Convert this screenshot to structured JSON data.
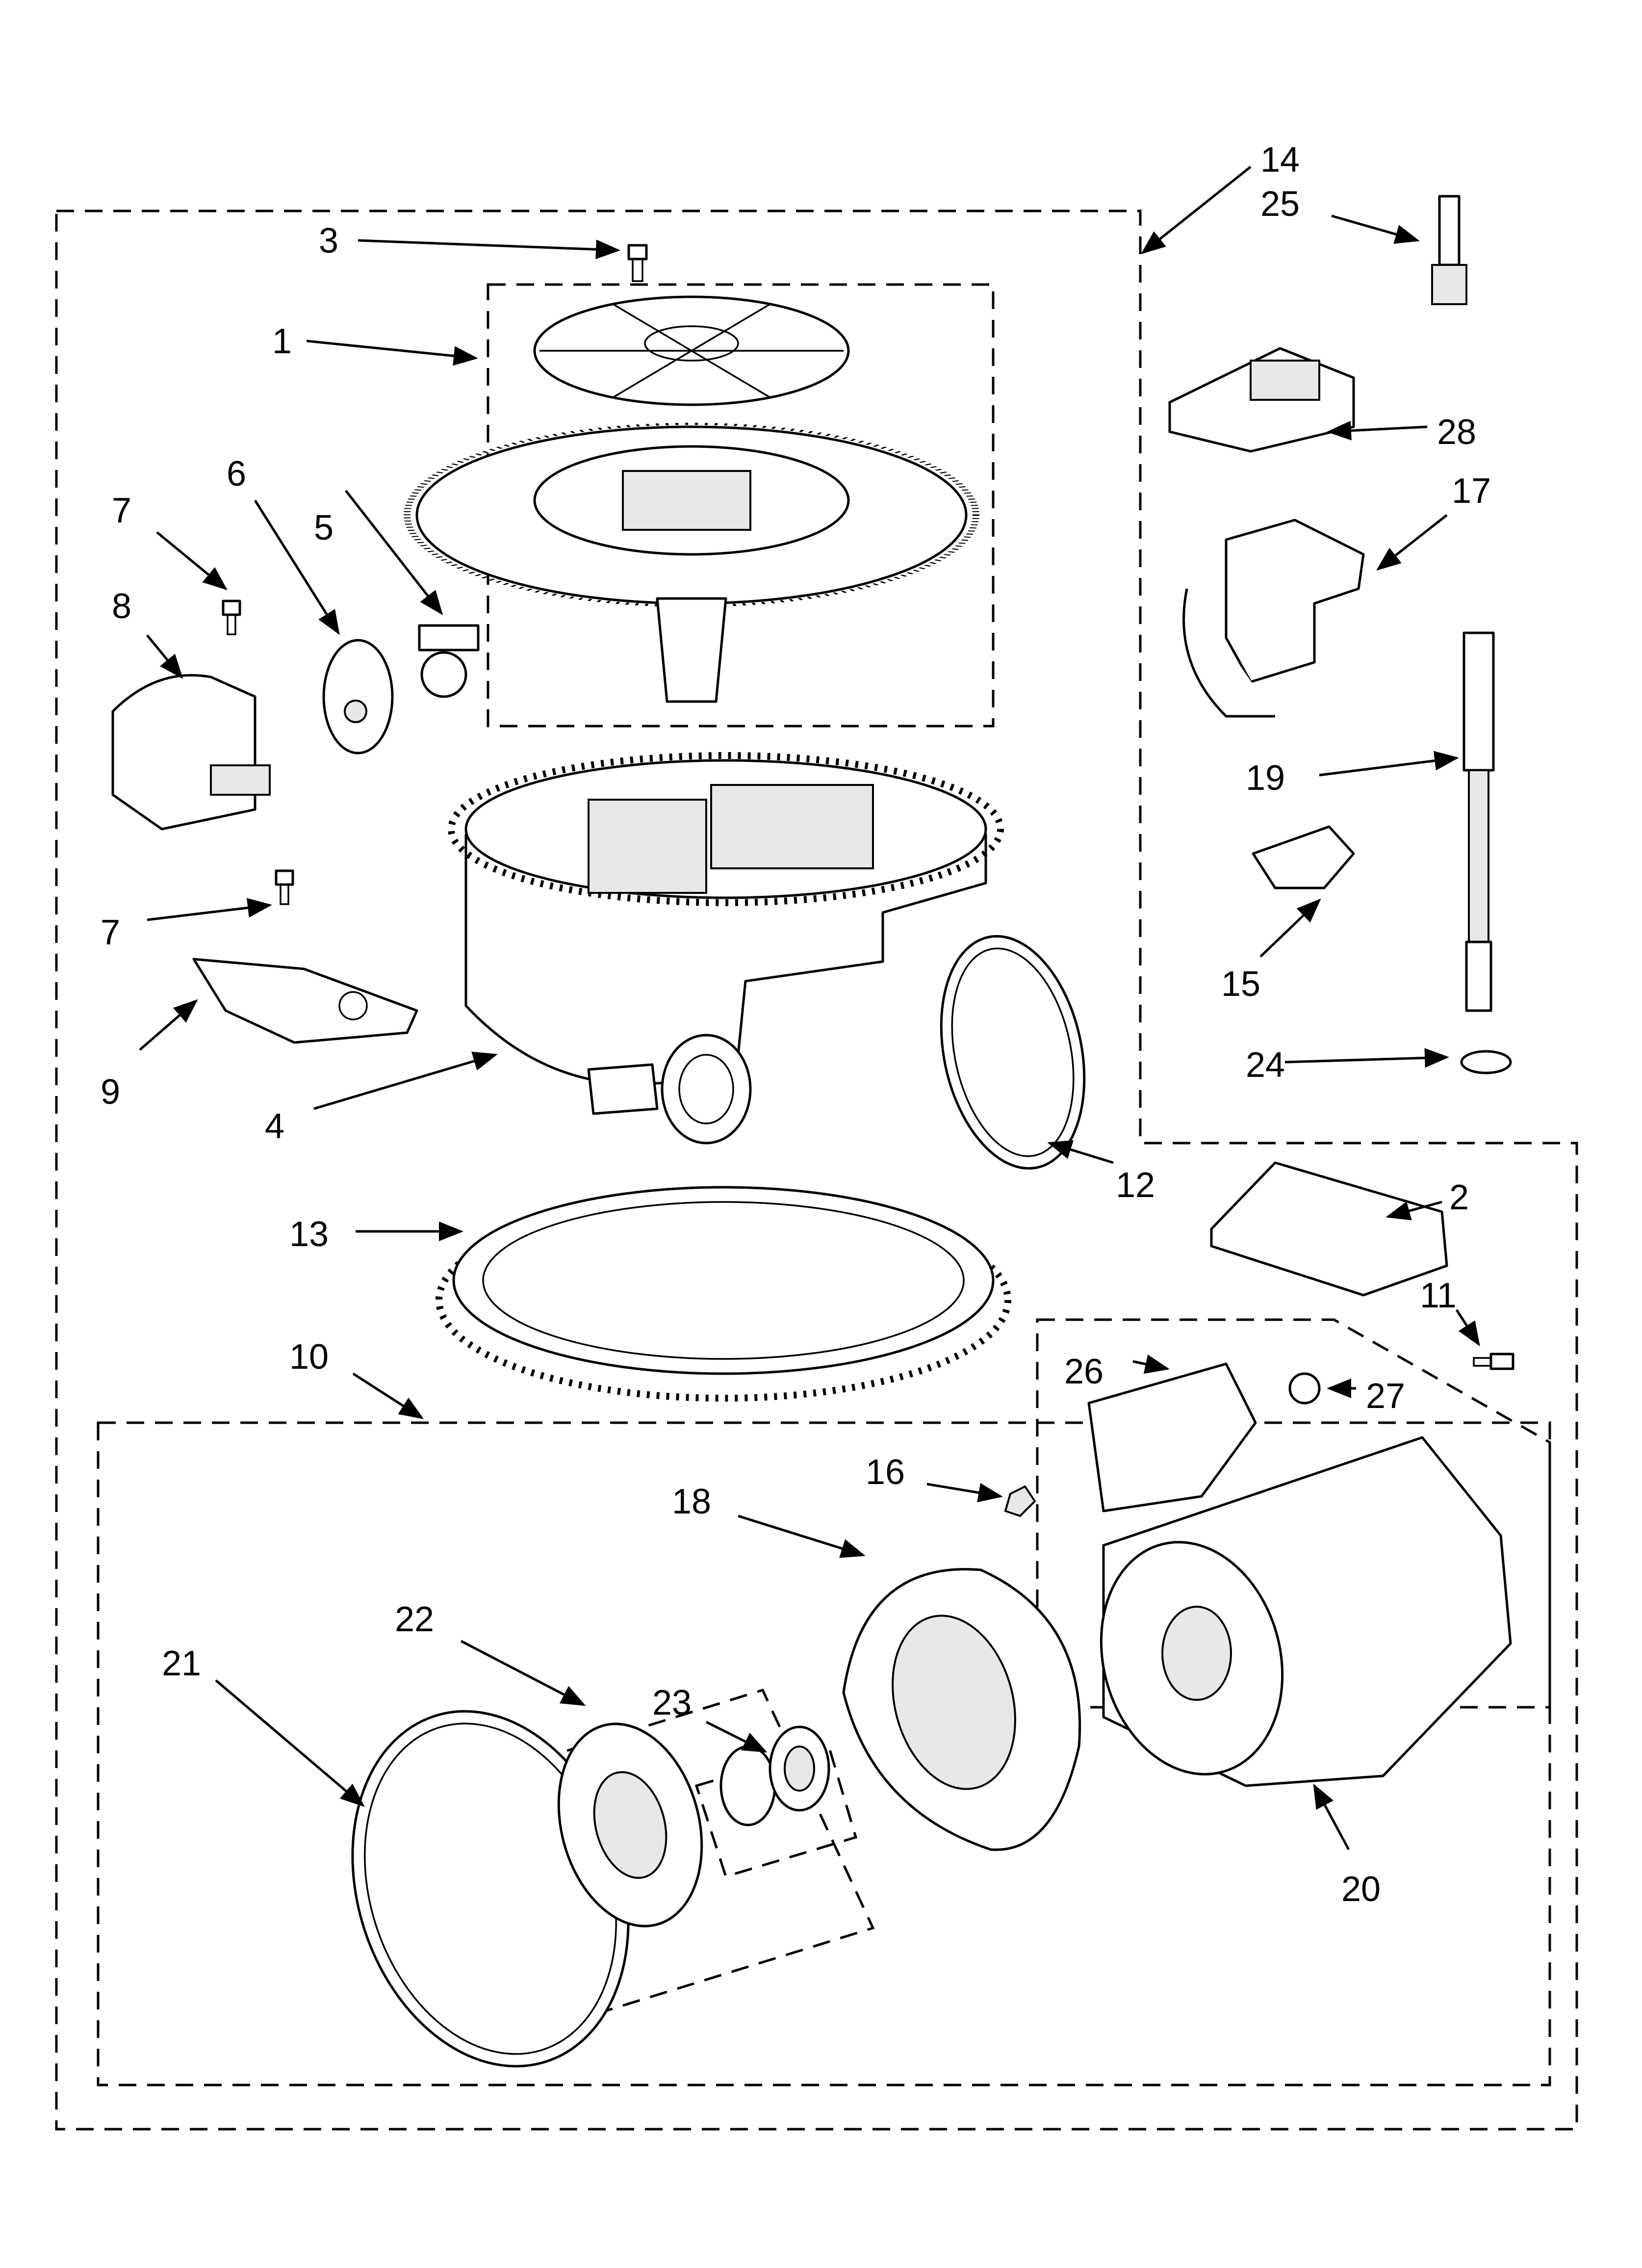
{
  "diagram": {
    "title": "",
    "callouts": {
      "c1": "1",
      "c2": "2",
      "c3": "3",
      "c4": "4",
      "c5": "5",
      "c6": "6",
      "c7a": "7",
      "c7b": "7",
      "c8": "8",
      "c9": "9",
      "c10": "10",
      "c11": "11",
      "c12": "12",
      "c13": "13",
      "c14": "14",
      "c15": "15",
      "c16": "16",
      "c17": "17",
      "c18": "18",
      "c19": "19",
      "c20": "20",
      "c21": "21",
      "c22": "22",
      "c23": "23",
      "c24": "24",
      "c25": "25",
      "c26": "26",
      "c27": "27",
      "c28": "28"
    }
  }
}
